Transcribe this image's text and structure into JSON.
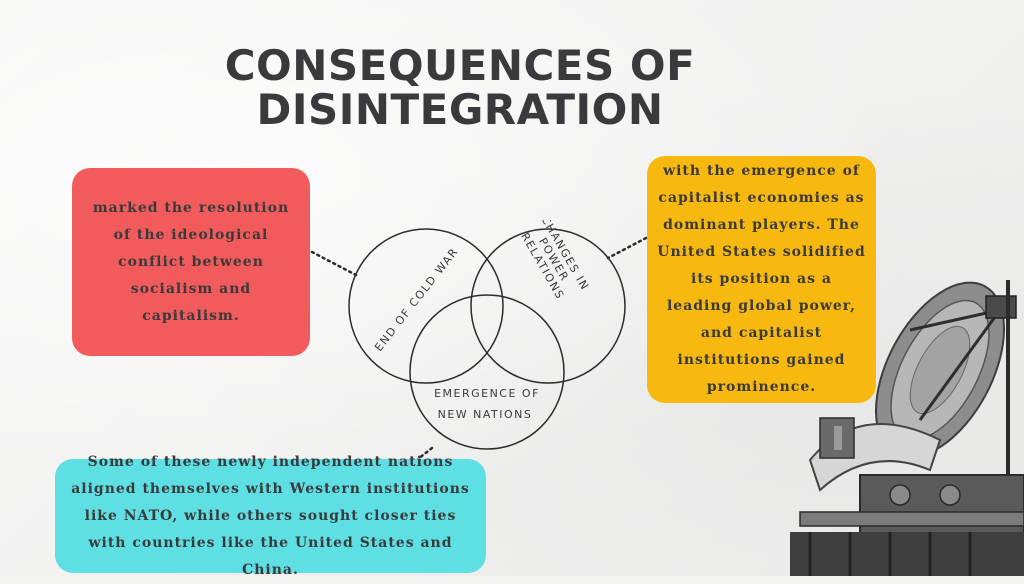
{
  "title": {
    "line1": "CONSEQUENCES OF",
    "line2": "DISINTEGRATION"
  },
  "boxes": {
    "red_text": "marked the resolution of the ideological conflict between socialism and capitalism.",
    "yellow_text": "with the emergence of capitalist economies as dominant players. The United States solidified its position as a leading global power, and capitalist institutions gained prominence.",
    "cyan_text": "Some of these newly independent nations aligned themselves with Western institutions like NATO, while others sought closer ties with countries like the United States and China."
  },
  "venn": {
    "circle1_label": "END OF COLD WAR",
    "circle2_label_line1": "CHANGES IN",
    "circle2_label_line2": "POWER",
    "circle2_label_line3": "RELATIONS",
    "circle3_label_line1": "EMERGENCE OF",
    "circle3_label_line2": "NEW NATIONS"
  },
  "colors": {
    "red": "#f15b5b",
    "yellow": "#f7b90f",
    "cyan": "#5ddfe3",
    "text": "#3a3a3c"
  },
  "image": {
    "subject": "satellite-dish-photo"
  }
}
